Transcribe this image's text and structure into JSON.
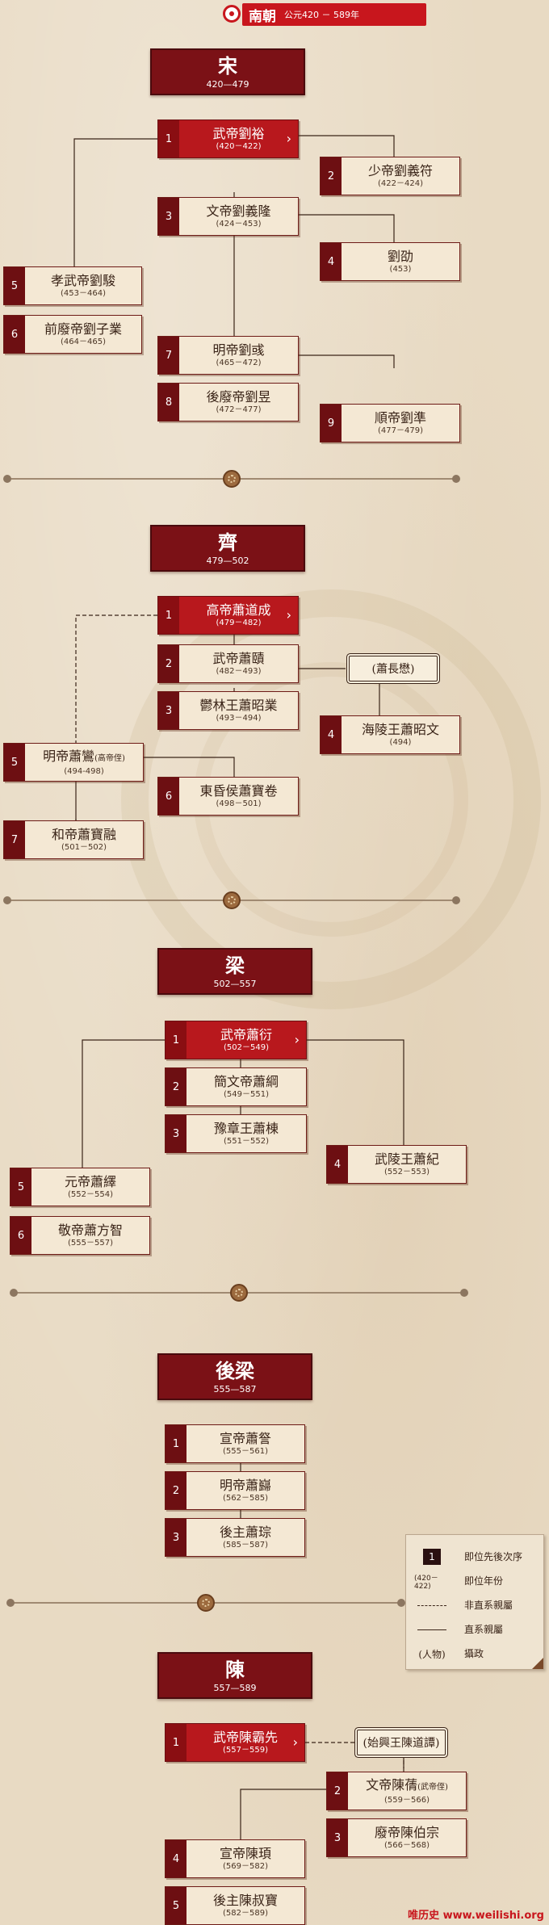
{
  "header": {
    "title": "南朝",
    "subtitle": "公元420 － 589年"
  },
  "sections": {
    "song": {
      "name": "宋",
      "years": "420—479",
      "emperors": [
        {
          "num": "1",
          "name": "武帝劉裕",
          "years": "(420－422)"
        },
        {
          "num": "2",
          "name": "少帝劉義符",
          "years": "(422－424)"
        },
        {
          "num": "3",
          "name": "文帝劉義隆",
          "years": "(424－453)"
        },
        {
          "num": "4",
          "name": "劉劭",
          "years": "(453)"
        },
        {
          "num": "5",
          "name": "孝武帝劉駿",
          "years": "(453－464)"
        },
        {
          "num": "6",
          "name": "前廢帝劉子業",
          "years": "(464－465)"
        },
        {
          "num": "7",
          "name": "明帝劉彧",
          "years": "(465－472)"
        },
        {
          "num": "8",
          "name": "後廢帝劉昱",
          "years": "(472－477)"
        },
        {
          "num": "9",
          "name": "順帝劉準",
          "years": "(477－479)"
        }
      ]
    },
    "qi": {
      "name": "齊",
      "years": "479—502",
      "emperors": [
        {
          "num": "1",
          "name": "高帝蕭道成",
          "years": "(479－482)"
        },
        {
          "num": "2",
          "name": "武帝蕭賾",
          "years": "(482－493)"
        },
        {
          "num": "3",
          "name": "鬱林王蕭昭業",
          "years": "(493－494)"
        },
        {
          "num": "4",
          "name": "海陵王蕭昭文",
          "years": "(494)"
        },
        {
          "num": "5",
          "name": "明帝蕭鸞",
          "note": "(高帝侄)",
          "years": "(494-498)"
        },
        {
          "num": "6",
          "name": "東昏侯蕭寶卷",
          "years": "(498－501)"
        },
        {
          "num": "7",
          "name": "和帝蕭寶融",
          "years": "(501－502)"
        }
      ],
      "person": "(蕭長懋)"
    },
    "liang": {
      "name": "梁",
      "years": "502—557",
      "emperors": [
        {
          "num": "1",
          "name": "武帝蕭衍",
          "years": "(502－549)"
        },
        {
          "num": "2",
          "name": "簡文帝蕭綱",
          "years": "(549－551)"
        },
        {
          "num": "3",
          "name": "豫章王蕭棟",
          "years": "(551－552)"
        },
        {
          "num": "4",
          "name": "武陵王蕭紀",
          "years": "(552－553)"
        },
        {
          "num": "5",
          "name": "元帝蕭繹",
          "years": "(552－554)"
        },
        {
          "num": "6",
          "name": "敬帝蕭方智",
          "years": "(555－557)"
        }
      ]
    },
    "houliang": {
      "name": "後梁",
      "years": "555—587",
      "emperors": [
        {
          "num": "1",
          "name": "宣帝蕭詧",
          "years": "(555－561)"
        },
        {
          "num": "2",
          "name": "明帝蕭巋",
          "years": "(562－585)"
        },
        {
          "num": "3",
          "name": "後主蕭琮",
          "years": "(585－587)"
        }
      ]
    },
    "chen": {
      "name": "陳",
      "years": "557—589",
      "emperors": [
        {
          "num": "1",
          "name": "武帝陳霸先",
          "years": "(557－559)"
        },
        {
          "num": "2",
          "name": "文帝陳蒨",
          "note": "(武帝侄)",
          "years": "(559－566)"
        },
        {
          "num": "3",
          "name": "廢帝陳伯宗",
          "years": "(566－568)"
        },
        {
          "num": "4",
          "name": "宣帝陳頊",
          "years": "(569－582)"
        },
        {
          "num": "5",
          "name": "後主陳叔寶",
          "years": "(582－589)"
        }
      ],
      "person": "(始興王陳道譚)"
    }
  },
  "legend": {
    "num_sample": "1",
    "num_label": "即位先後次序",
    "years_sample": "(420－422)",
    "years_label": "即位年份",
    "dashed_label": "非直系親屬",
    "solid_label": "直系親屬",
    "person_sample": "(人物)",
    "person_label": "攝政"
  },
  "colors": {
    "accent": "#c8161d",
    "dark_red": "#7b1116",
    "box_bg": "#f4e8d4",
    "paper": "#e8dac3"
  },
  "icons": {
    "arrow": "chevron-right-icon",
    "pin": "map-pin-icon",
    "divider": "medallion-icon"
  },
  "watermark_text": "唯历史 www.weilishi.org"
}
